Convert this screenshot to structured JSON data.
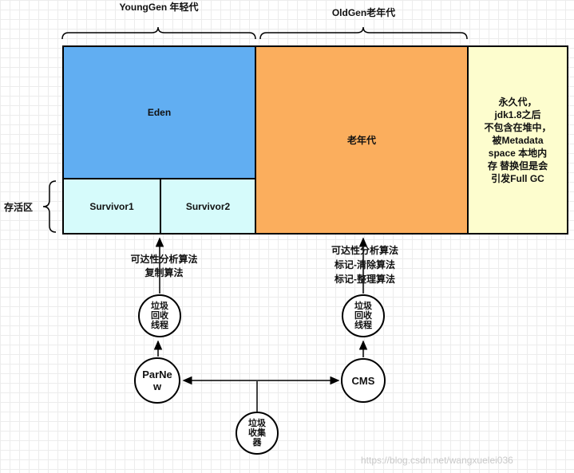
{
  "header": {
    "young_gen_label": "YoungGen 年轻代",
    "old_gen_label": "OldGen老年代"
  },
  "heap": {
    "survivor_area_label": "存活区",
    "eden": {
      "label": "Eden",
      "color": "#61AEF2"
    },
    "survivor1": {
      "label": "Survivor1",
      "color": "#D6FBFB"
    },
    "survivor2": {
      "label": "Survivor2",
      "color": "#D6FBFB"
    },
    "old_gen": {
      "label": "老年代",
      "color": "#FBAE5D"
    },
    "perm_gen": {
      "label": "永久代，\njdk1.8之后\n不包含在堆中，\n被Metadata\nspace 本地内\n存 替换但是会\n引发Full GC",
      "color": "#FDFDCE"
    }
  },
  "annotations": {
    "young_algorithms": "可达性分析算法\n复制算法",
    "old_algorithms": "可达性分析算法\n标记-清除算法\n标记-整理算法"
  },
  "nodes": {
    "gc_thread_left": {
      "label": "垃圾\n回收\n线程"
    },
    "gc_thread_right": {
      "label": "垃圾\n回收\n线程"
    },
    "parnew": {
      "label": "ParNew"
    },
    "cms": {
      "label": "CMS"
    },
    "gc_collector": {
      "label": "垃圾\n收集\n器"
    }
  },
  "watermark": "https://blog.csdn.net/wangxuelei036",
  "line_color": "#000000"
}
